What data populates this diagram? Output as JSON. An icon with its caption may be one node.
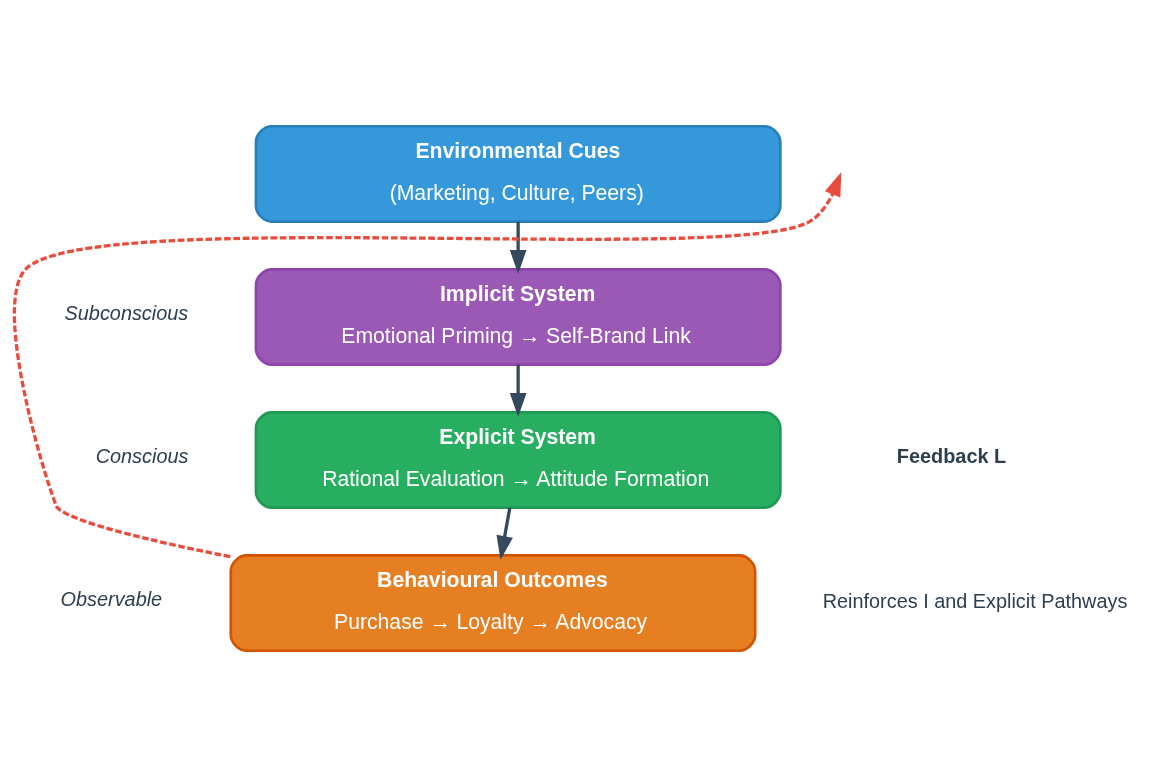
{
  "diagram": {
    "nodes": [
      {
        "text": [
          "Environmental Cues",
          "(Marketing, Culture, Peers)"
        ]
      },
      {
        "text": [
          "Implicit System",
          "Emotional Priming → Self-Brand Link"
        ]
      },
      {
        "text": [
          "Explicit System",
          "Rational Evaluation → Attitude Formation"
        ]
      },
      {
        "text": [
          "Behavioural Outcomes",
          "Purchase → Loyalty → Advocacy"
        ]
      }
    ],
    "edges": [
      {
        "from": 0,
        "to": 1,
        "arrow": "to"
      },
      {
        "from": 1,
        "to": 2,
        "arrow": "to"
      },
      {
        "from": 2,
        "to": 3,
        "arrow": "to"
      },
      {
        "from": 3,
        "to": null,
        "arrow": "to",
        "style": "dashed",
        "color": "#e74c3c"
      }
    ],
    "labels": [
      "Subconscious",
      "Conscious",
      "Observable",
      "Feedback L",
      "Reinforces I and Explicit Pathways"
    ]
  }
}
